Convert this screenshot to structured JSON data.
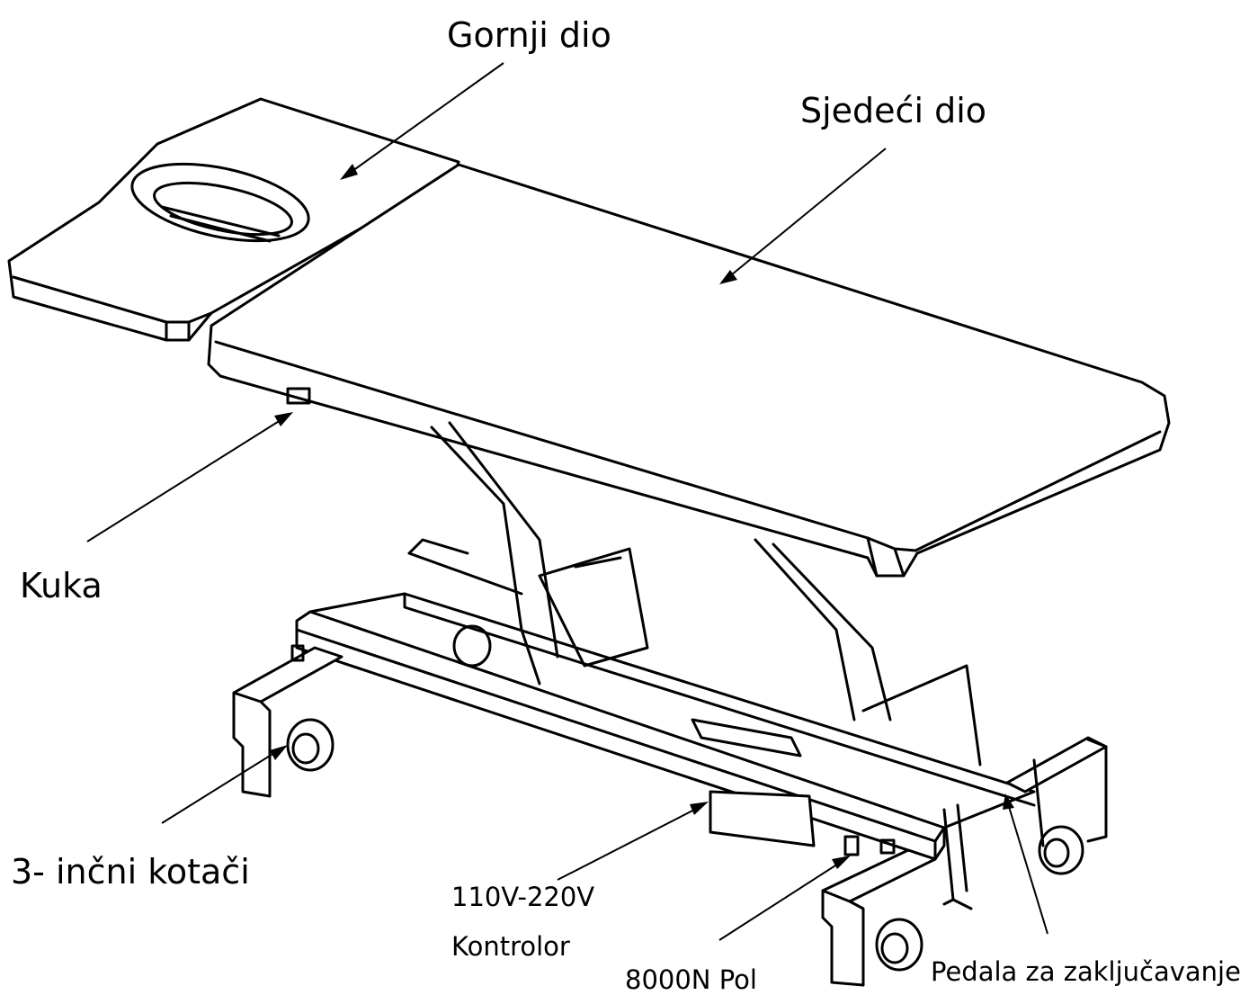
{
  "labels": {
    "gornji_dio": "Gornji dio",
    "sjedeci_dio": "Sjedeći dio",
    "kuka": "Kuka",
    "kotaci": "3- inčni kotači",
    "napon": "110V-220V",
    "kontrolor": "Kontrolor",
    "pol": "8000N Pol",
    "pedala": "Pedala za zaključavanje"
  },
  "colors": {
    "line": "#000000",
    "background": "#ffffff"
  }
}
